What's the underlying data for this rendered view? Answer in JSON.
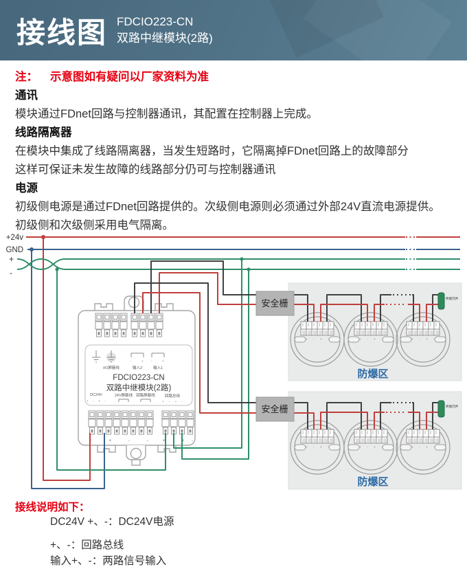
{
  "header": {
    "title": "接线图",
    "model": "FDCIO223-CN",
    "subtitle": "双路中继模块(2路)"
  },
  "note": {
    "prefix": "注：",
    "text": "示意图如有疑问以厂家资料为准"
  },
  "sections": [
    {
      "heading": "通讯",
      "lines": [
        "模块通过FDnet回路与控制器通讯，其配置在控制器上完成。"
      ]
    },
    {
      "heading": "线路隔离器",
      "lines": [
        "在模块中集成了线路隔离器，当发生短路时，它隔离掉FDnet回路上的故障部分",
        "这样可保证未发生故障的线路部分仍可与控制器通讯"
      ]
    },
    {
      "heading": "电源",
      "lines": [
        "初级侧电源是通过FDnet回路提供的。次级侧电源则必须通过外部24V直流电源提供。",
        "初级侧和次级侧采用电气隔离。"
      ]
    }
  ],
  "diagram": {
    "bus_labels": {
      "p24": "+24v",
      "gnd": "GND",
      "loop_plus": "+",
      "loop_minus": "-"
    },
    "module": {
      "model": "FDCIO223-CN",
      "name": "双路中继模块(2路)",
      "labels": {
        "io_shield": "I/O屏蔽线",
        "input2": "输入2",
        "input1": "输入1",
        "input_minus": "-",
        "input_plus": "+",
        "dc24v": "DC24V",
        "dc24v_marks": "+ - + -",
        "shield24": "24V屏蔽线",
        "loop_shield": "回路屏蔽线",
        "loop_bus": "回路总线",
        "loopbus_marks": "+ -  + -",
        "bottom_left_marks": "+  +  -  -",
        "bottom_right_marks": "+ - + -"
      }
    },
    "barrier_label": "安全栅",
    "zone_label": "防爆区",
    "terminal_element_label": "终端元件",
    "detector_marks": "+ - + -",
    "colors": {
      "red": "#bf3f3c",
      "blue": "#3b618c",
      "green": "#2f8f68",
      "dark": "#404040"
    }
  },
  "wiring_notes": {
    "title": "接线说明如下：",
    "items": [
      "DC24V +、-：DC24V电源",
      "+、-：回路总线",
      "输入+、-：两路信号输入"
    ]
  }
}
